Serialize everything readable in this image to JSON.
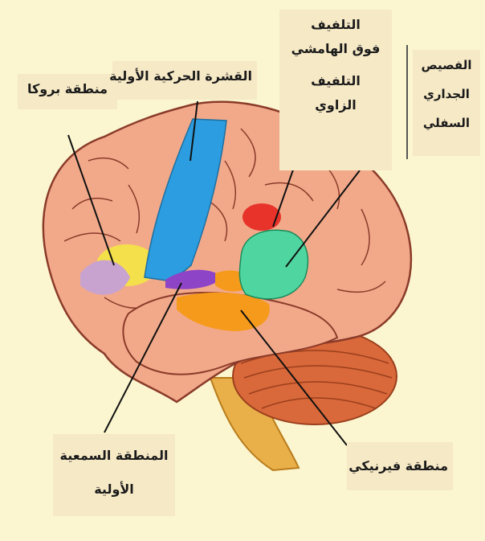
{
  "labels": {
    "broca": "منطقة بروكا",
    "primary_motor": "القشرة الحركية الأولية",
    "supramarginal_line1": "التلفيف",
    "supramarginal_line2": "فوق الهامشي",
    "angular_line1": "التلفيف",
    "angular_line2": "الزاوي",
    "inferior_parietal_line1": "الفصيص",
    "inferior_parietal_line2": "الجداري",
    "inferior_parietal_line3": "السفلي",
    "primary_auditory_line1": "المنطقة السمعية",
    "primary_auditory_line2": "الأولية",
    "wernicke": "منطقة فيرنيكي"
  },
  "colors": {
    "background": "#fbf6cf",
    "label_box": "#f6e9c6",
    "brain": "#f2a98a",
    "motor_cortex": "#2b9de0",
    "broca_area": "#c9a3cf",
    "auditory_area": "#8e44c6",
    "wernicke_area": "#f59a1a",
    "supramarginal": "#e8332b",
    "angular": "#4fd6a0",
    "cerebellum": "#d9683a",
    "brainstem": "#e9b04a"
  }
}
